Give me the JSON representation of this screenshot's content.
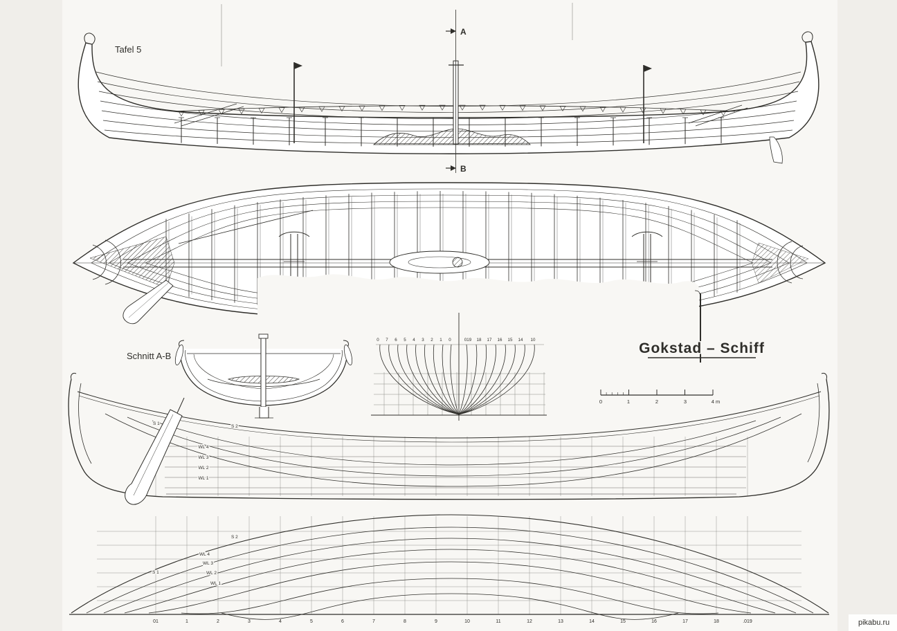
{
  "colors": {
    "paper": "#f8f7f4",
    "ink": "#2f2e2a",
    "grid": "#8b8b86",
    "watermark": "#878c91"
  },
  "elevation": {
    "plate_label": "Tafel 5",
    "section_label_top": "A",
    "section_label_bottom": "B"
  },
  "section": {
    "label": "Schnitt A-B"
  },
  "title_block": {
    "title": "Gokstad – Schiff"
  },
  "body_plan": {
    "top_labels_left": [
      "0",
      "7",
      "6",
      "5",
      "4",
      "3",
      "2",
      "1",
      "0"
    ],
    "top_labels_right": [
      "019",
      "18",
      "17",
      "16",
      "15",
      "14",
      "10"
    ]
  },
  "scale_bar": {
    "tick_labels": [
      "0",
      "1",
      "2",
      "3",
      "4 m"
    ]
  },
  "sheer_plan": {
    "s1": "S 1",
    "s2": "S 2",
    "waterlines": [
      "WL 4",
      "WL 3",
      "WL 2",
      "WL 1"
    ]
  },
  "half_breadth": {
    "s1": "S 1",
    "s2": "S 2",
    "waterlines": [
      "WL 4",
      "WL 3",
      "WL 2",
      "WL 1"
    ],
    "stations": [
      "01",
      "1",
      "2",
      "3",
      "4",
      "5",
      "6",
      "7",
      "8",
      "9",
      "10",
      "11",
      "12",
      "13",
      "14",
      "15",
      "16",
      "17",
      "18",
      ".019"
    ]
  },
  "watermark": "pikabu.ru"
}
